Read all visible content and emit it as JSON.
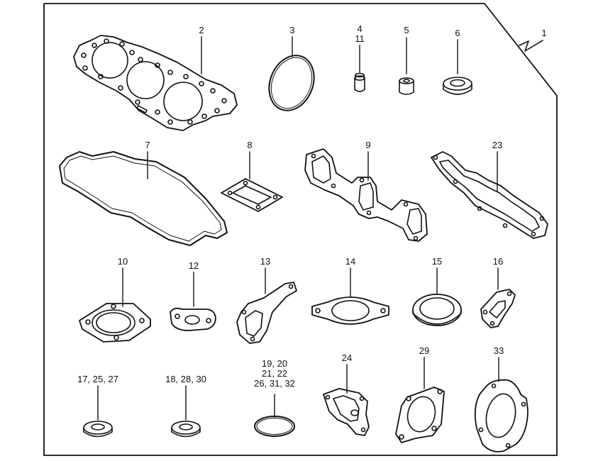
{
  "diagram": {
    "frame_callout": "1",
    "parts": [
      {
        "id": "p2",
        "label": "2"
      },
      {
        "id": "p3",
        "label": "3"
      },
      {
        "id": "p4",
        "label": "4\n11"
      },
      {
        "id": "p5",
        "label": "5"
      },
      {
        "id": "p6",
        "label": "6"
      },
      {
        "id": "p7",
        "label": "7"
      },
      {
        "id": "p8",
        "label": "8"
      },
      {
        "id": "p9",
        "label": "9"
      },
      {
        "id": "p23",
        "label": "23"
      },
      {
        "id": "p10",
        "label": "10"
      },
      {
        "id": "p12",
        "label": "12"
      },
      {
        "id": "p13",
        "label": "13"
      },
      {
        "id": "p14",
        "label": "14"
      },
      {
        "id": "p15",
        "label": "15"
      },
      {
        "id": "p16",
        "label": "16"
      },
      {
        "id": "p17",
        "label": "17, 25, 27"
      },
      {
        "id": "p18",
        "label": "18, 28, 30"
      },
      {
        "id": "p19",
        "label": "19, 20\n21, 22\n26, 31, 32"
      },
      {
        "id": "p24",
        "label": "24"
      },
      {
        "id": "p29",
        "label": "29"
      },
      {
        "id": "p33",
        "label": "33"
      }
    ]
  },
  "colors": {
    "line": "#111111",
    "fill": "#ffffff",
    "background": "#ffffff"
  }
}
